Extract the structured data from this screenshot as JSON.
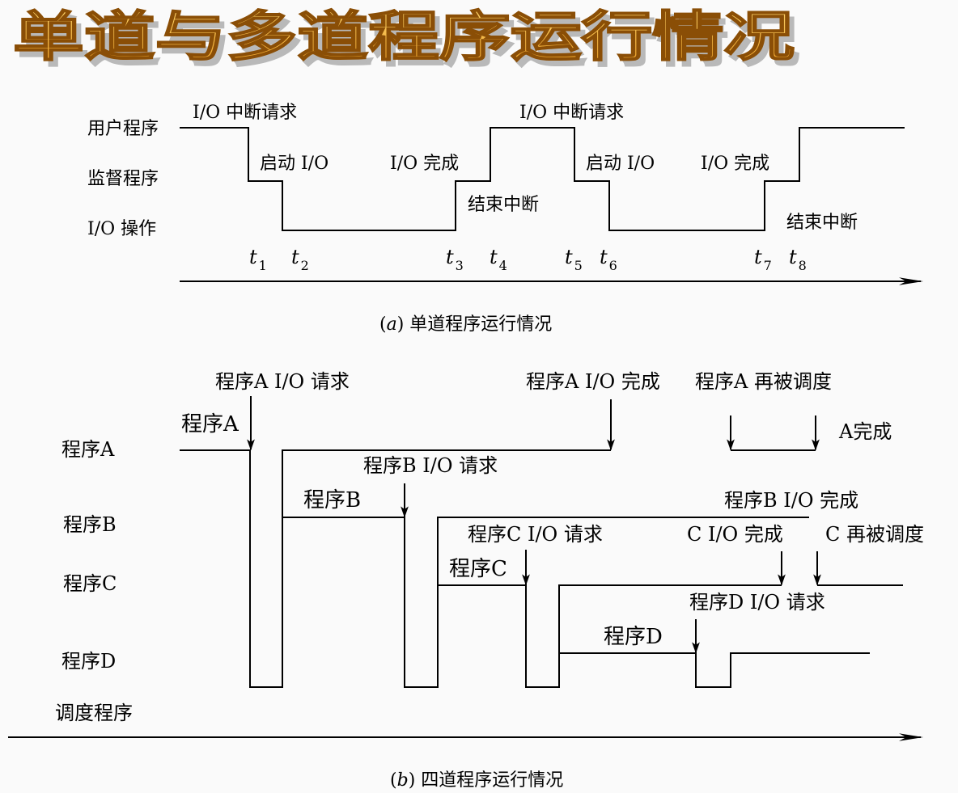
{
  "title": "单道与多道程序运行情况",
  "colors": {
    "background": "#fafafa",
    "title_fill": "#f0b032",
    "title_outline": "#8a4e06",
    "line": "#000000"
  },
  "part_a": {
    "rows": [
      "用户程序",
      "监督程序",
      "I/O  操作"
    ],
    "events": {
      "io_request_1": "I/O  中断请求",
      "start_io_1": "启动  I/O",
      "io_done_1": "I/O  完成",
      "end_int_1": "结束中断",
      "io_request_2": "I/O  中断请求",
      "start_io_2": "启动  I/O",
      "io_done_2": "I/O  完成",
      "end_int_2": "结束中断"
    },
    "time_symbol": "t",
    "times": [
      "1",
      "2",
      "3",
      "4",
      "5",
      "6",
      "7",
      "8"
    ],
    "caption_letter": "a",
    "caption_text": " 单道程序运行情况"
  },
  "part_b": {
    "rows": [
      "程序A",
      "程序B",
      "程序C",
      "程序D",
      "调度程序"
    ],
    "events": {
      "a_req": "程序A I/O 请求",
      "a_done": "程序A I/O 完成",
      "a_resched": "程序A 再被调度",
      "a_complete": "A完成",
      "b_req": "程序B I/O 请求",
      "b_done": "程序B I/O 完成",
      "c_req": "程序C I/O 请求",
      "c_done": "C I/O 完成",
      "c_resched": "C 再被调度",
      "d_req": "程序D I/O 请求"
    },
    "seg_labels": {
      "a": "程序A",
      "b": "程序B",
      "c": "程序C",
      "d": "程序D"
    },
    "caption_letter": "b",
    "caption_text": " 四道程序运行情况"
  }
}
